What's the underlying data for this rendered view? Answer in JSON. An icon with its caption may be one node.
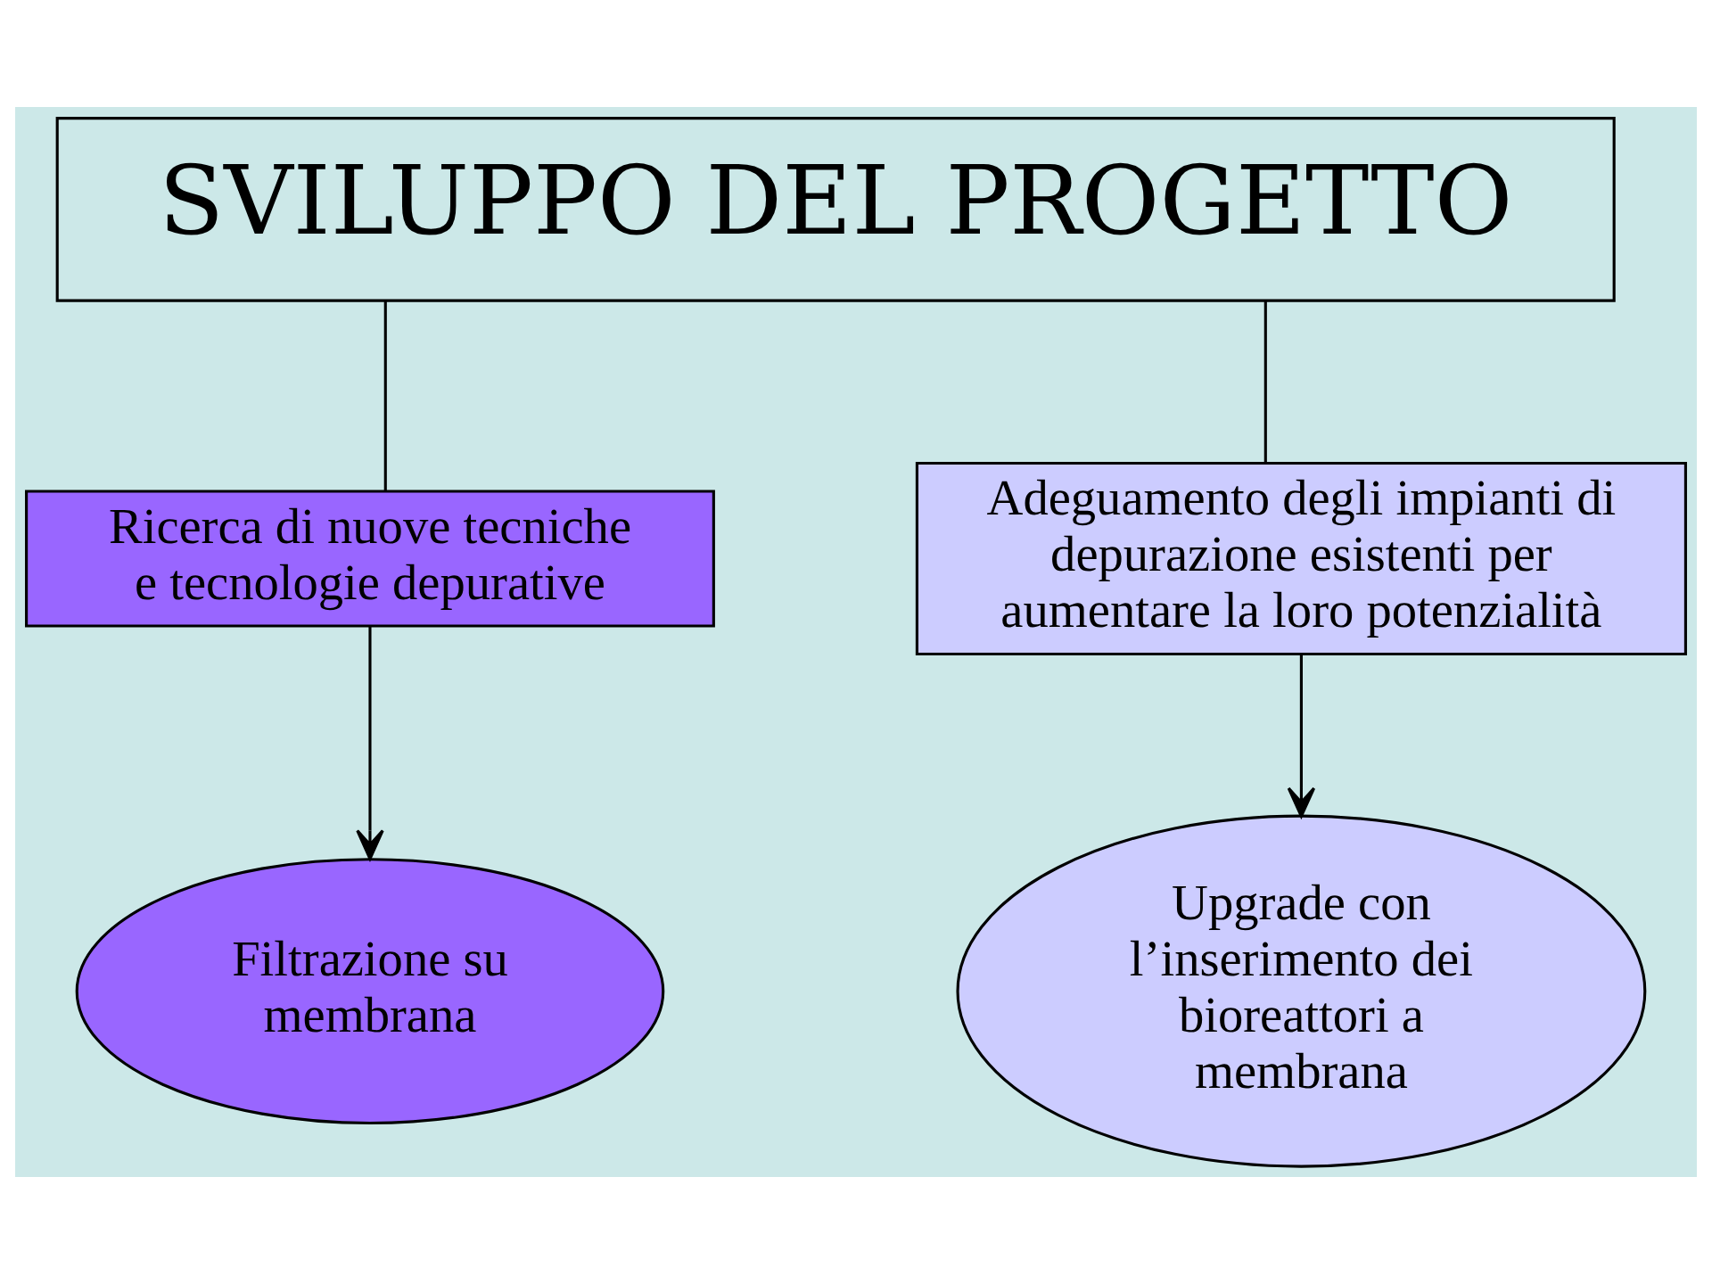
{
  "diagram": {
    "nodes": [
      {
        "text": [
          "SVILUPPO DEL PROGETTO"
        ]
      },
      {
        "text": [
          "Ricerca di nuove tecniche e tecnologie depurative"
        ]
      },
      {
        "text": [
          "Adeguamento degli impianti di depurazione esistenti per aumentare la loro potenzialità"
        ]
      },
      {
        "text": [
          "Filtrazione su membrana"
        ]
      },
      {
        "text": [
          "Upgrade con l’inserimento dei bioreattori a membrana"
        ]
      }
    ],
    "edges": [
      {
        "from": 0,
        "to": 1,
        "arrow": "none"
      },
      {
        "from": 0,
        "to": 2,
        "arrow": "none"
      },
      {
        "from": 1,
        "to": 3,
        "arrow": "to"
      },
      {
        "from": 2,
        "to": 4,
        "arrow": "to"
      }
    ]
  }
}
